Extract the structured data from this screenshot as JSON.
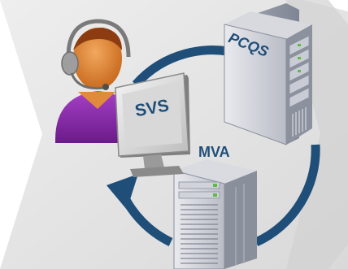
{
  "labels": {
    "agent_screen": "SVS",
    "top_server": "PCQS",
    "bottom_server": "MVA"
  },
  "icons": [
    "headset-agent-icon",
    "monitor-icon",
    "tower-server-icon",
    "rack-server-icon",
    "cycle-arrow-icon"
  ],
  "colors": {
    "arrow": "#1F4E79",
    "background_light": "#E6E6E6",
    "background_dark": "#CFCFCF",
    "label_text": "#1F4E79",
    "agent_shirt": "#8E24AA",
    "agent_skin": "#E08A3C",
    "headset": "#9E9E9E"
  }
}
